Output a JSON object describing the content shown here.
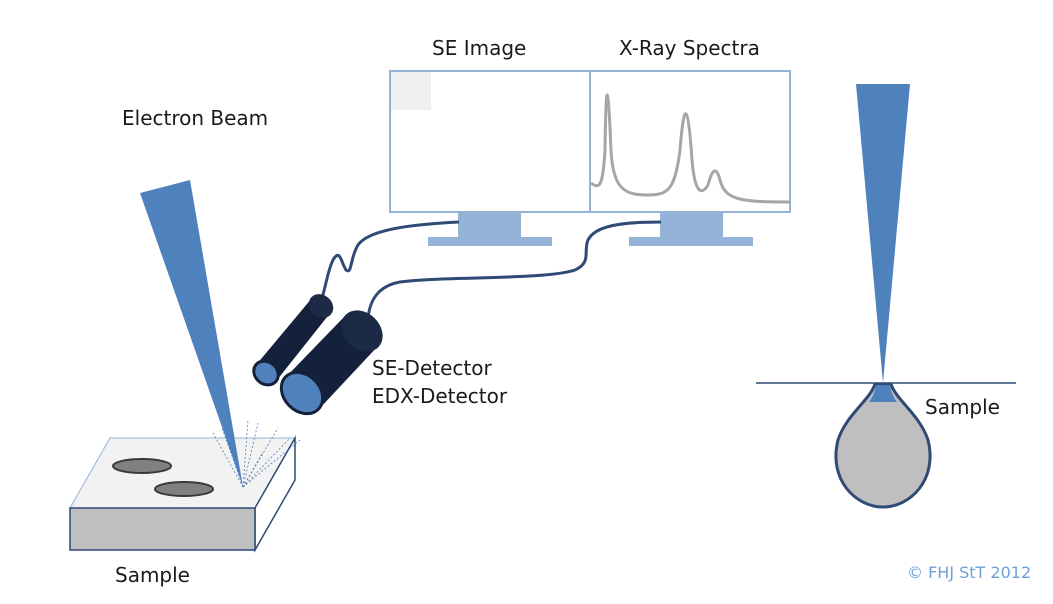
{
  "labels": {
    "electron_beam": "Electron Beam",
    "se_image": "SE Image",
    "xray_spectra": "X-Ray Spectra",
    "se_detector": "SE-Detector",
    "edx_detector": "EDX-Detector",
    "sample_left": "Sample",
    "sample_right": "Sample",
    "copyright": "© FHJ StT 2012"
  },
  "colors": {
    "beam_blue": "#4f81bd",
    "monitor_blue": "#95b3d7",
    "cable_navy": "#2f4a74",
    "spectrum_gray": "#a6a6a6",
    "sample_gray": "#bfbfbf",
    "copyright_blue": "#6f9fd8"
  }
}
